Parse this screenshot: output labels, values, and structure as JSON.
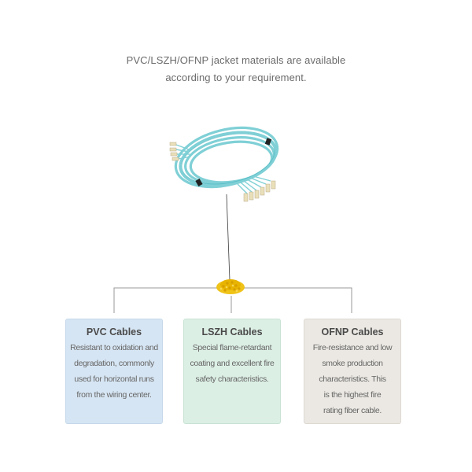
{
  "intro": {
    "line1": "PVC/LSZH/OFNP jacket materials are available",
    "line2": "according to your requirement."
  },
  "cards": [
    {
      "title": "PVC Cables",
      "lines": [
        "Resistant to oxidation and",
        "degradation, commonly",
        "used for horizontal runs",
        "from the wiring center."
      ],
      "color": "#d6e5f3"
    },
    {
      "title": "LSZH Cables",
      "lines": [
        "Special flame-retardant",
        "coating and excellent fire",
        "safety characteristics."
      ],
      "color": "#dcefe5"
    },
    {
      "title": "OFNP Cables",
      "lines": [
        "Fire-resistance and low",
        "smoke production",
        "characteristics. This",
        "is the highest fire",
        "rating fiber cable."
      ],
      "color": "#ebe8e3"
    }
  ],
  "images": {
    "cable": "fiber-patch-cable-coil-image",
    "pellets": "jacket-material-pellets-image"
  },
  "colors": {
    "cable": "#7fd0d6",
    "pellets": "#e8b400",
    "connector_line": "#9a9a9a"
  }
}
